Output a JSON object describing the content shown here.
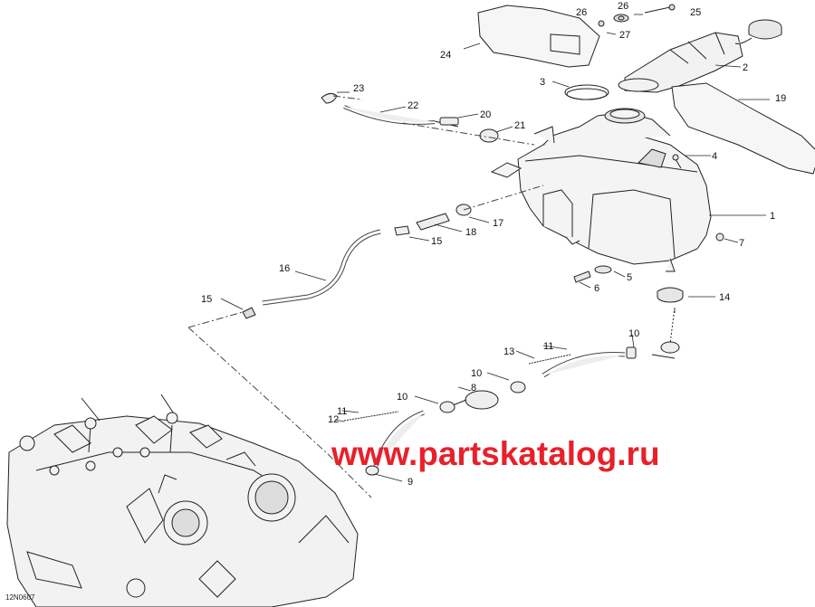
{
  "diagram": {
    "figure_code": "12N0607",
    "watermark": "www.partskatalog.ru",
    "callouts": [
      {
        "id": "c1",
        "label": "1"
      },
      {
        "id": "c2",
        "label": "2"
      },
      {
        "id": "c3",
        "label": "3"
      },
      {
        "id": "c4",
        "label": "4"
      },
      {
        "id": "c5",
        "label": "5"
      },
      {
        "id": "c6",
        "label": "6"
      },
      {
        "id": "c7",
        "label": "7"
      },
      {
        "id": "c8",
        "label": "8"
      },
      {
        "id": "c9",
        "label": "9"
      },
      {
        "id": "c10a",
        "label": "10"
      },
      {
        "id": "c10b",
        "label": "10"
      },
      {
        "id": "c10c",
        "label": "10"
      },
      {
        "id": "c11a",
        "label": "11"
      },
      {
        "id": "c11b",
        "label": "11"
      },
      {
        "id": "c12",
        "label": "12"
      },
      {
        "id": "c13",
        "label": "13"
      },
      {
        "id": "c14",
        "label": "14"
      },
      {
        "id": "c15a",
        "label": "15"
      },
      {
        "id": "c15b",
        "label": "15"
      },
      {
        "id": "c16",
        "label": "16"
      },
      {
        "id": "c17",
        "label": "17"
      },
      {
        "id": "c18",
        "label": "18"
      },
      {
        "id": "c19",
        "label": "19"
      },
      {
        "id": "c20",
        "label": "20"
      },
      {
        "id": "c21",
        "label": "21"
      },
      {
        "id": "c22",
        "label": "22"
      },
      {
        "id": "c23",
        "label": "23"
      },
      {
        "id": "c24",
        "label": "24"
      },
      {
        "id": "c25",
        "label": "25"
      },
      {
        "id": "c26a",
        "label": "26"
      },
      {
        "id": "c26b",
        "label": "26"
      },
      {
        "id": "c27",
        "label": "27"
      }
    ]
  }
}
